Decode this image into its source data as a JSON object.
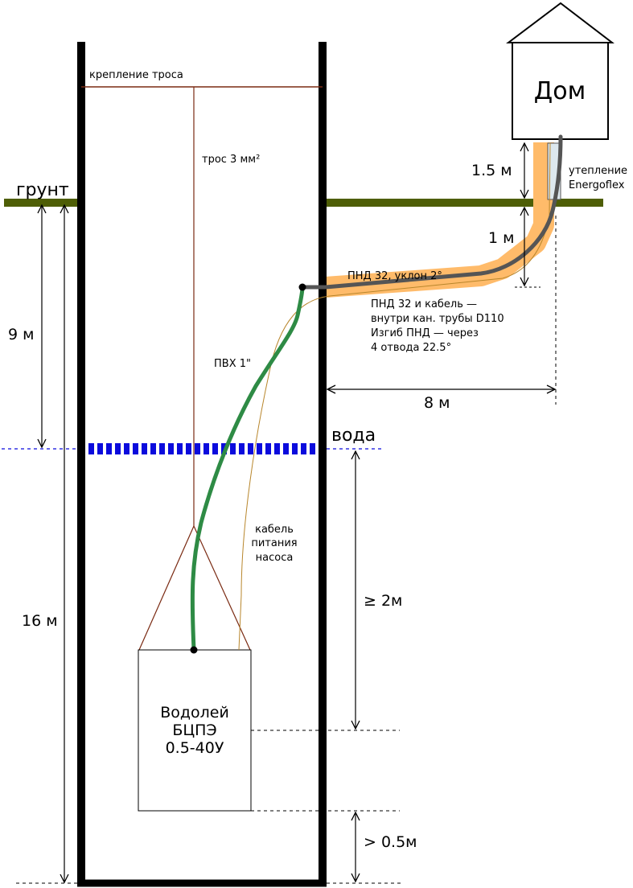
{
  "house": {
    "label": "Дом"
  },
  "labels": {
    "rope_mount": "крепление троса",
    "rope": "трос 3 мм²",
    "ground": "грунт",
    "insulation_line1": "утепление",
    "insulation_line2": "Energoflex",
    "pipe_slope": "ПНД 32, уклон 2°",
    "pipe_note_line1": "ПНД 32 и кабель —",
    "pipe_note_line2": "внутри кан. трубы D110",
    "pipe_note_line3": "Изгиб ПНД — через",
    "pipe_note_line4": "4 отвода 22.5°",
    "pvc_hose": "ПВХ 1\"",
    "water": "вода",
    "cable_line1": "кабель",
    "cable_line2": "питания",
    "cable_line3": "насоса"
  },
  "pump": {
    "line1": "Водолей",
    "line2": "БЦПЭ",
    "line3": "0.5-40У"
  },
  "dimensions": {
    "house_height": "1.5 м",
    "pipe_depth": "1 м",
    "water_depth": "9 м",
    "horizontal_distance": "8 м",
    "well_depth": "16 м",
    "pump_submersion": "≥ 2м",
    "bottom_clearance": "> 0.5м"
  },
  "colors": {
    "ground": "#4e5e06",
    "rope": "#7a2a12",
    "pvc_hose": "#2e8b45",
    "pipe": "#555555",
    "insulation": "#ffbb6a",
    "water": "#0b0bdd",
    "cable": "#b8862c",
    "outline": "#000000"
  }
}
